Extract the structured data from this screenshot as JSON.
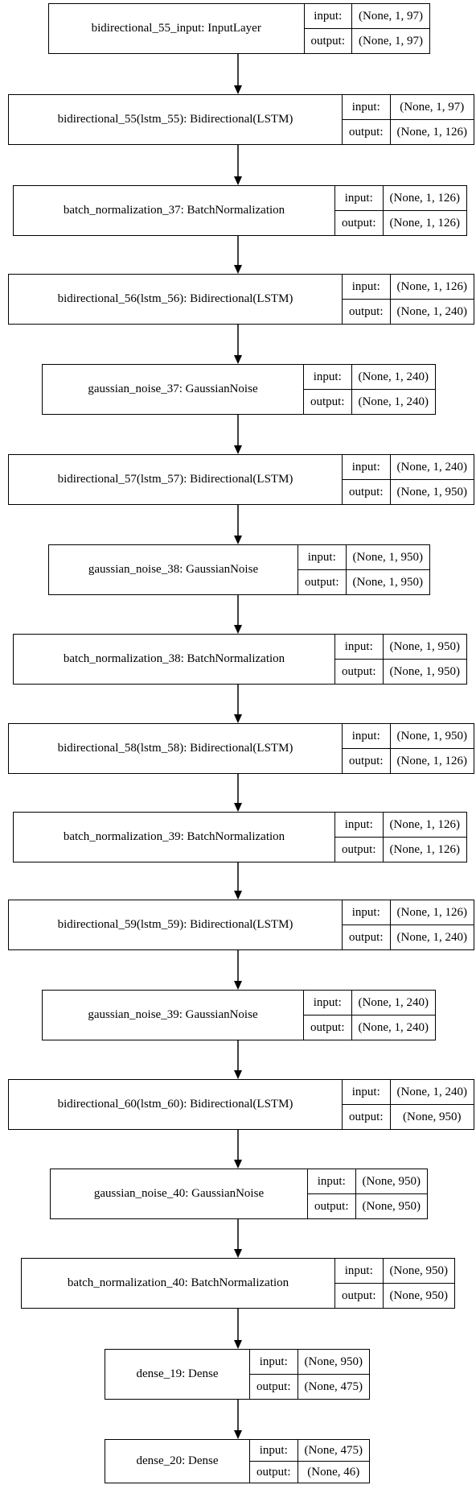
{
  "labels": {
    "input": "input:",
    "output": "output:"
  },
  "layers": [
    {
      "name": "bidirectional_55_input: InputLayer",
      "input": "(None, 1, 97)",
      "output": "(None, 1, 97)"
    },
    {
      "name": "bidirectional_55(lstm_55): Bidirectional(LSTM)",
      "input": "(None, 1, 97)",
      "output": "(None, 1, 126)"
    },
    {
      "name": "batch_normalization_37: BatchNormalization",
      "input": "(None, 1, 126)",
      "output": "(None, 1, 126)"
    },
    {
      "name": "bidirectional_56(lstm_56): Bidirectional(LSTM)",
      "input": "(None, 1, 126)",
      "output": "(None, 1, 240)"
    },
    {
      "name": "gaussian_noise_37: GaussianNoise",
      "input": "(None, 1, 240)",
      "output": "(None, 1, 240)"
    },
    {
      "name": "bidirectional_57(lstm_57): Bidirectional(LSTM)",
      "input": "(None, 1, 240)",
      "output": "(None, 1, 950)"
    },
    {
      "name": "gaussian_noise_38: GaussianNoise",
      "input": "(None, 1, 950)",
      "output": "(None, 1, 950)"
    },
    {
      "name": "batch_normalization_38: BatchNormalization",
      "input": "(None, 1, 950)",
      "output": "(None, 1, 950)"
    },
    {
      "name": "bidirectional_58(lstm_58): Bidirectional(LSTM)",
      "input": "(None, 1, 950)",
      "output": "(None, 1, 126)"
    },
    {
      "name": "batch_normalization_39: BatchNormalization",
      "input": "(None, 1, 126)",
      "output": "(None, 1, 126)"
    },
    {
      "name": "bidirectional_59(lstm_59): Bidirectional(LSTM)",
      "input": "(None, 1, 126)",
      "output": "(None, 1, 240)"
    },
    {
      "name": "gaussian_noise_39: GaussianNoise",
      "input": "(None, 1, 240)",
      "output": "(None, 1, 240)"
    },
    {
      "name": "bidirectional_60(lstm_60): Bidirectional(LSTM)",
      "input": "(None, 1, 240)",
      "output": "(None, 950)"
    },
    {
      "name": "gaussian_noise_40: GaussianNoise",
      "input": "(None, 950)",
      "output": "(None, 950)"
    },
    {
      "name": "batch_normalization_40: BatchNormalization",
      "input": "(None, 950)",
      "output": "(None, 950)"
    },
    {
      "name": "dense_19: Dense",
      "input": "(None, 950)",
      "output": "(None, 475)"
    },
    {
      "name": "dense_20: Dense",
      "input": "(None, 475)",
      "output": "(None, 46)"
    }
  ],
  "edges": [
    [
      0,
      1
    ],
    [
      1,
      2
    ],
    [
      2,
      3
    ],
    [
      3,
      4
    ],
    [
      4,
      5
    ],
    [
      5,
      6
    ],
    [
      6,
      7
    ],
    [
      7,
      8
    ],
    [
      8,
      9
    ],
    [
      9,
      10
    ],
    [
      10,
      11
    ],
    [
      11,
      12
    ],
    [
      12,
      13
    ],
    [
      13,
      14
    ],
    [
      14,
      15
    ],
    [
      15,
      16
    ]
  ]
}
